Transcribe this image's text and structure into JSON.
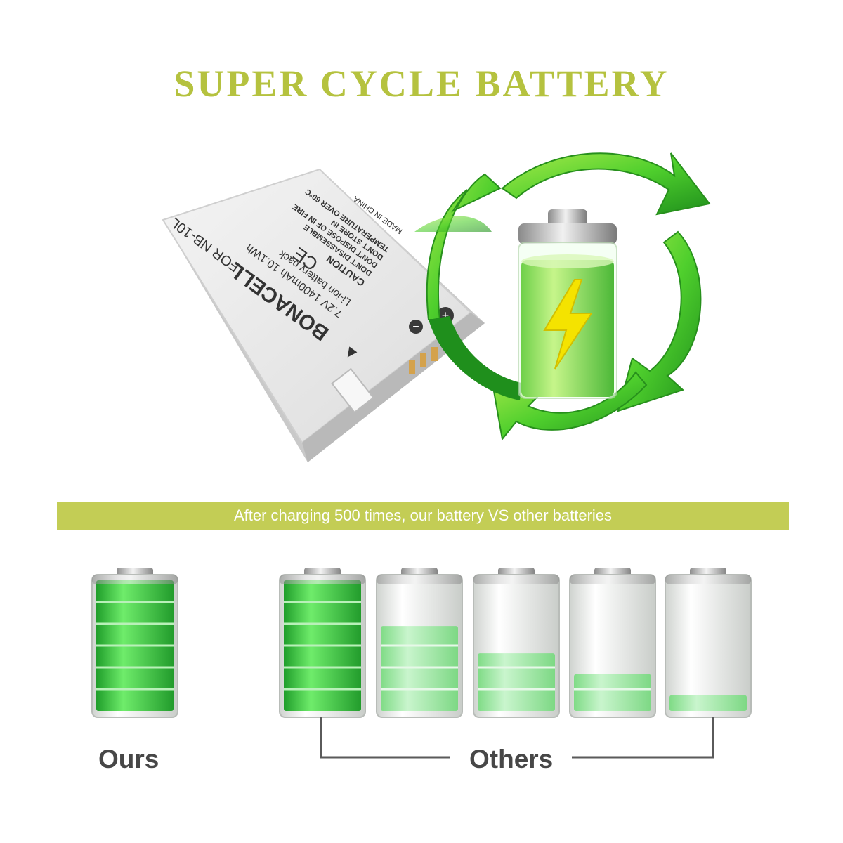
{
  "headline": "SUPER CYCLE BATTERY",
  "product": {
    "brand": "BONACELL",
    "for_model": "FOR NB-10L",
    "spec_line1": "7.2V 1400mAh 10.1Wh",
    "spec_line2": "Li-ion battery pack",
    "caution": "CAUTION",
    "warn1": "DON'T DISASSEMBLE",
    "warn2": "DON'T DISPOSE OF IN FIRE",
    "warn3": "DON'T STORE IN",
    "warn4": "TEMPERATURE OVER 60°C",
    "made_in": "MADE IN CHINA",
    "ce_mark": "CE",
    "plus_symbol": "+",
    "minus_symbol": "−",
    "arrow_symbol": "▲"
  },
  "banner": "After charging 500 times, our battery VS other batteries",
  "labels": {
    "ours": "Ours",
    "others": "Others"
  },
  "charge_levels": {
    "ours": 1.0,
    "others": [
      1.0,
      0.65,
      0.44,
      0.28,
      0.12
    ]
  },
  "colors": {
    "headline": "#b5c23f",
    "banner": "#c3cd55",
    "green": "#3ec43e",
    "faded_green": "#8fe79a",
    "label": "#474747"
  },
  "icons": [
    "recycle-arrows-icon",
    "battery-lightning-icon",
    "lightning-bolt-icon"
  ]
}
